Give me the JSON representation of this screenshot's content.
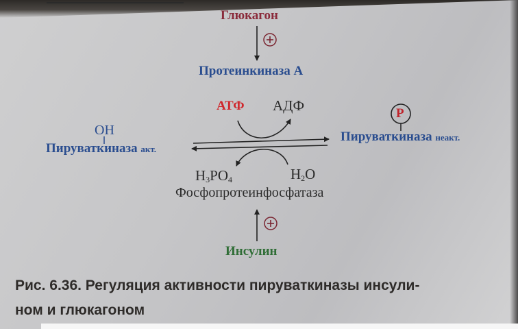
{
  "diagram": {
    "activator_top": "Глюкагон",
    "kinase": "Протеинкиназа А",
    "atp": "АТФ",
    "adp": "АДФ",
    "oh_group": "OH",
    "enzyme_active_name": "Пируваткиназа",
    "enzyme_active_suffix": "акт.",
    "phospho_symbol": "P",
    "enzyme_inactive_name": "Пируваткиназа",
    "enzyme_inactive_suffix": "неакт.",
    "h3po4_h": "H",
    "h3po4_sub3": "3",
    "h3po4_po": "PO",
    "h3po4_sub4": "4",
    "h2o_h": "H",
    "h2o_sub2": "2",
    "h2o_o": "O",
    "phosphatase": "Фосфопротеинфосфатаза",
    "activator_bottom": "Инсулин",
    "plus_sign": "+"
  },
  "caption": {
    "line1": "Рис. 6.36. Регуляция активности пируваткиназы инсули-",
    "line2": "ном и глюкагоном"
  },
  "colors": {
    "glucagon": "#8a2a3a",
    "enzymes": "#2a4d8f",
    "atp": "#d0262b",
    "insulin": "#2f6d36"
  }
}
